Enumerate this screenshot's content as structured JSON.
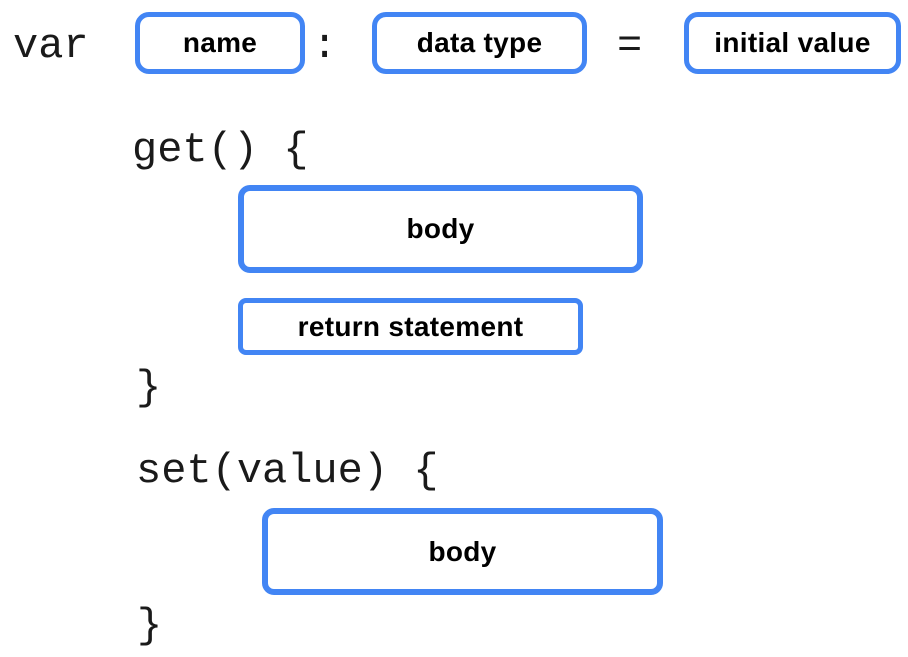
{
  "colors": {
    "box_border": "#4285F4",
    "code_text": "#1a1a1a",
    "label_text": "#000000",
    "background": "#ffffff"
  },
  "declaration": {
    "keyword": "var",
    "separators": {
      "colon": ":",
      "equals": "="
    },
    "placeholders": {
      "name": "name",
      "data_type": "data type",
      "initial_value": "initial value"
    }
  },
  "getter": {
    "signature": "get() {",
    "body_placeholder": "body",
    "return_placeholder": "return statement",
    "closing_brace": "}"
  },
  "setter": {
    "signature": "set(value) {",
    "body_placeholder": "body",
    "closing_brace": "}"
  }
}
